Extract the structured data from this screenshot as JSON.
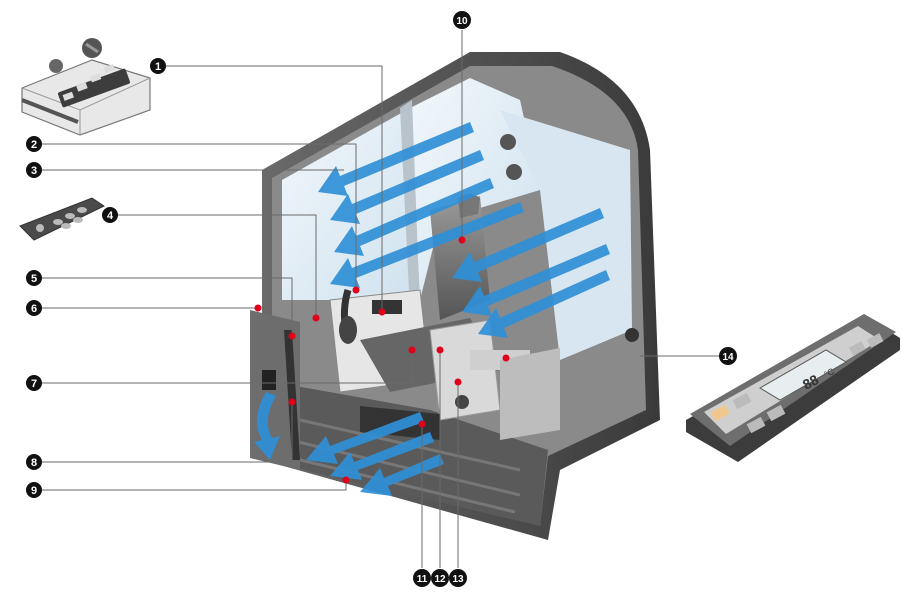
{
  "callouts": [
    {
      "id": "callout-1",
      "label": "1"
    },
    {
      "id": "callout-2",
      "label": "2"
    },
    {
      "id": "callout-3",
      "label": "3"
    },
    {
      "id": "callout-4",
      "label": "4"
    },
    {
      "id": "callout-5",
      "label": "5"
    },
    {
      "id": "callout-6",
      "label": "6"
    },
    {
      "id": "callout-7",
      "label": "7"
    },
    {
      "id": "callout-8",
      "label": "8"
    },
    {
      "id": "callout-9",
      "label": "9"
    },
    {
      "id": "callout-10",
      "label": "10"
    },
    {
      "id": "callout-11",
      "label": "11"
    },
    {
      "id": "callout-12",
      "label": "12"
    },
    {
      "id": "callout-13",
      "label": "13"
    },
    {
      "id": "callout-14",
      "label": "14"
    }
  ],
  "remote": {
    "display_value": "88",
    "display_unit": "°C"
  },
  "colors": {
    "airflow": "#2f8fd6",
    "marker": "#e0001a",
    "cab_shell": "#4a4a4a",
    "callout": "#111111"
  }
}
